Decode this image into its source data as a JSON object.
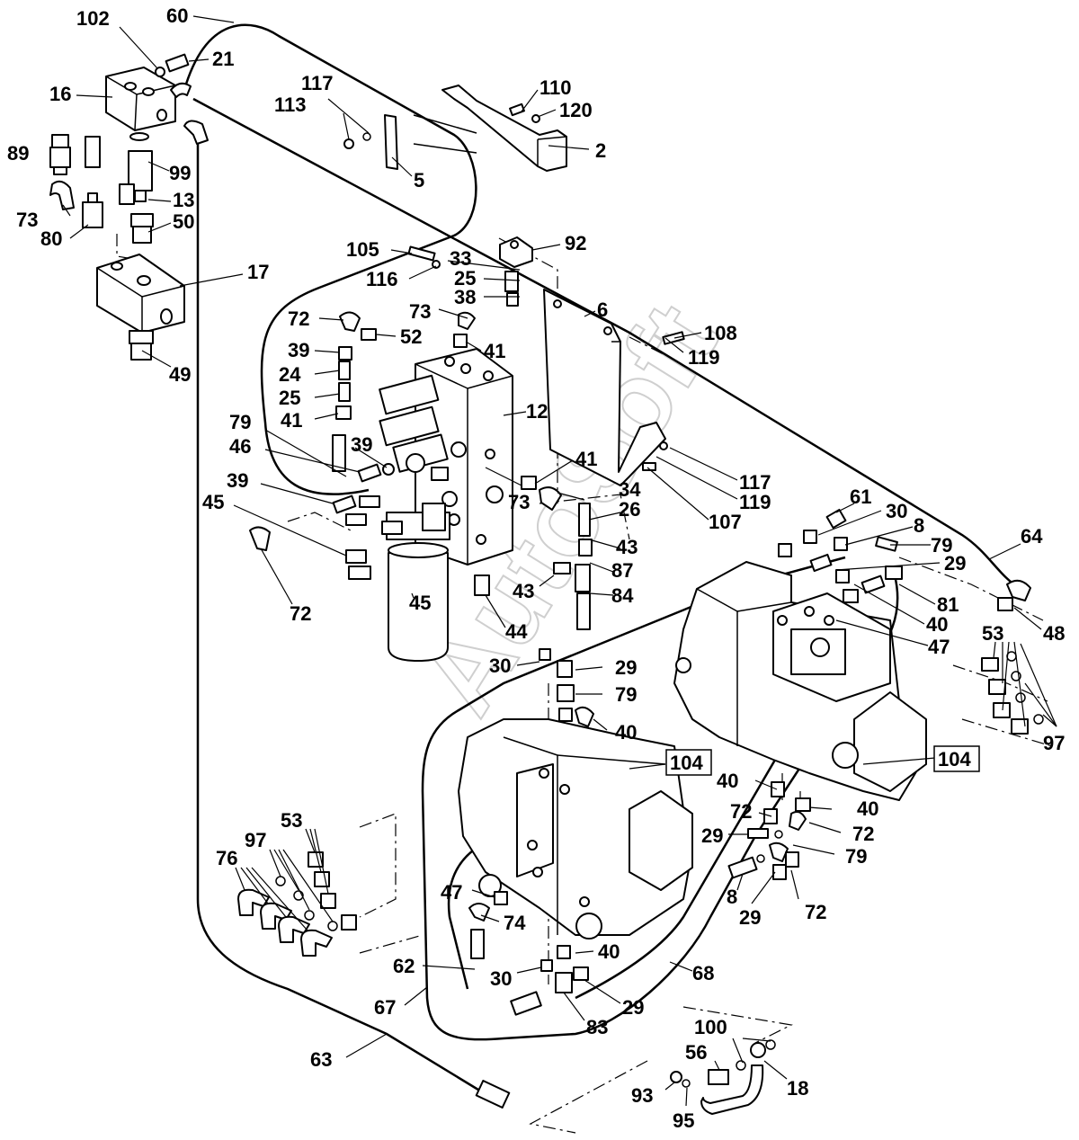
{
  "watermark": "AutoSoft",
  "callouts": {
    "c102": "102",
    "c60": "60",
    "c21": "21",
    "c16": "16",
    "c89": "89",
    "c99": "99",
    "c13": "13",
    "c73a": "73",
    "c80": "80",
    "c50": "50",
    "c17": "17",
    "c49": "49",
    "c117a": "117",
    "c113": "113",
    "c5": "5",
    "c110": "110",
    "c120": "120",
    "c2": "2",
    "c105": "105",
    "c116": "116",
    "c33": "33",
    "c25a": "25",
    "c38": "38",
    "c92": "92",
    "c72a": "72",
    "c52": "52",
    "c73b": "73",
    "c41a": "41",
    "c39a": "39",
    "c24": "24",
    "c25b": "25",
    "c41b": "41",
    "c6": "6",
    "c108": "108",
    "c119a": "119",
    "c12": "12",
    "c79a": "79",
    "c46": "46",
    "c39b": "39",
    "c39c": "39",
    "c45a": "45",
    "c41c": "41",
    "c73c": "73",
    "c34": "34",
    "c26": "26",
    "c117b": "117",
    "c119b": "119",
    "c107": "107",
    "c43a": "43",
    "c87": "87",
    "c43b": "43",
    "c84": "84",
    "c44": "44",
    "c45b": "45",
    "c72b": "72",
    "c61": "61",
    "c30a": "30",
    "c8a": "8",
    "c79b": "79",
    "c29a": "29",
    "c64": "64",
    "c81": "81",
    "c40a": "40",
    "c47a": "47",
    "c48": "48",
    "c53a": "53",
    "c97a": "97",
    "c30b": "30",
    "c29b": "29",
    "c79c": "79",
    "c40b": "40",
    "c40c": "40",
    "c40d": "40",
    "c72c": "72",
    "c72d": "72",
    "c29c": "29",
    "c79d": "79",
    "c8b": "8",
    "c29d": "29",
    "c72e": "72",
    "c53b": "53",
    "c97b": "97",
    "c76": "76",
    "c47b": "47",
    "c74": "74",
    "c40e": "40",
    "c62": "62",
    "c30c": "30",
    "c68": "68",
    "c29e": "29",
    "c67": "67",
    "c83": "83",
    "c63": "63",
    "c100": "100",
    "c56": "56",
    "c18": "18",
    "c93": "93",
    "c95": "95"
  },
  "boxed": {
    "b104a": "104",
    "b104b": "104"
  },
  "icons": [
    "hydraulic-pump-icon",
    "valve-block-icon",
    "filter-canister-icon",
    "hose-fitting-icon",
    "mounting-bracket-icon"
  ]
}
